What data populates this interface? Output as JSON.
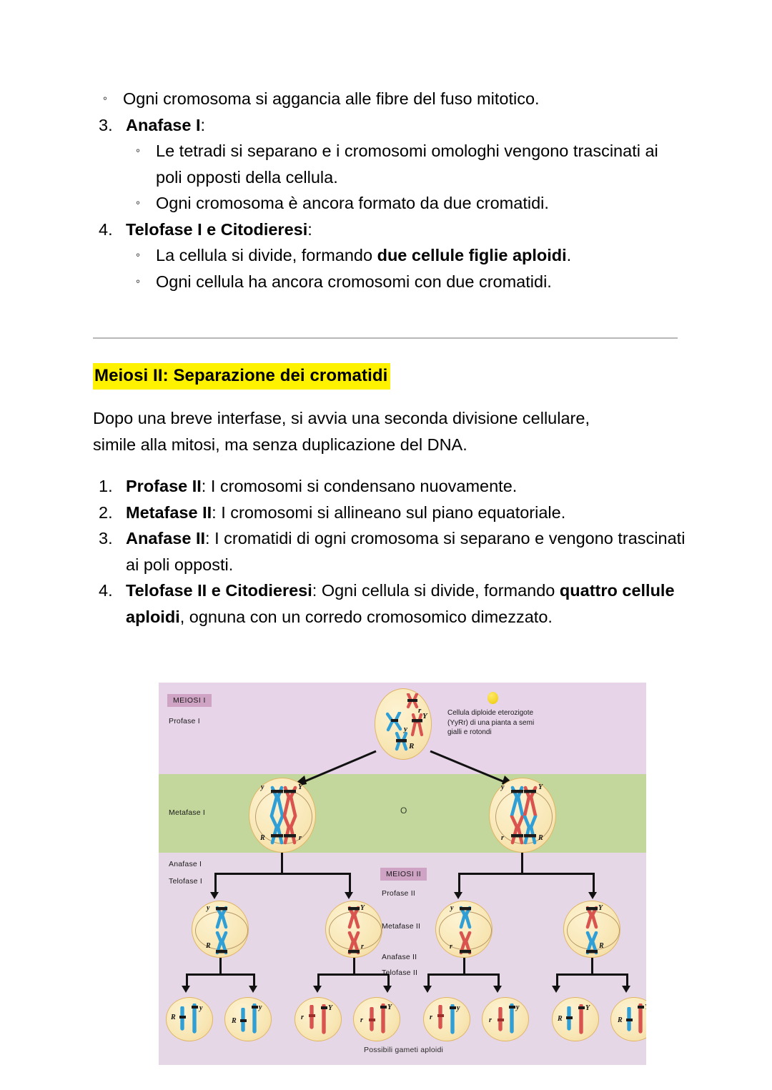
{
  "document": {
    "meiosi_i": {
      "items": [
        {
          "kind": "sub-only",
          "subs": [
            "Ogni cromosoma si aggancia alle fibre del fuso mitotico."
          ]
        },
        {
          "number": "3.",
          "title": "Anafase I",
          "title_suffix": ":",
          "subs": [
            "Le tetradi si separano e i cromosomi omologhi vengono trascinati ai poli opposti della cellula.",
            "Ogni cromosoma è ancora formato da due cromatidi."
          ]
        },
        {
          "number": "4.",
          "title": "Telofase I e Citodieresi",
          "title_suffix": ":",
          "subs_rich": [
            {
              "pre": "La cellula si divide, formando ",
              "bold": "due cellule figlie aploidi",
              "post": "."
            },
            {
              "pre": "Ogni cellula ha ancora cromosomi con due cromatidi.",
              "bold": "",
              "post": ""
            }
          ]
        }
      ]
    },
    "heading_meiosi_ii": "Meiosi II: Separazione dei cromatidi",
    "intro_paragraph": "Dopo una breve interfase, si avvia una seconda divisione cellulare, simile alla mitosi, ma senza duplicazione del DNA.",
    "meiosi_ii_steps": [
      {
        "number": "1.",
        "bold": "Profase II",
        "rest": ": I cromosomi si condensano nuovamente."
      },
      {
        "number": "2.",
        "bold": "Metafase II",
        "rest": ": I cromosomi si allineano sul piano equatoriale."
      },
      {
        "number": "3.",
        "bold": "Anafase II",
        "rest": ": I cromatidi di ogni cromosoma si separano e vengono trascinati ai poli opposti."
      },
      {
        "number": "4.",
        "bold": "Telofase II e Citodieresi",
        "rest_pre": ": Ogni cellula si divide, formando ",
        "bold2": "quattro cellule aploidi",
        "rest_post": ", ognuna con un corredo cromosomico dimezzato."
      }
    ]
  },
  "figure": {
    "meiosi_i_tag": "MEIOSI I",
    "meiosi_ii_tag": "MEIOSI II",
    "labels": {
      "profase_i": "Profase I",
      "metafase_i": "Metafase I",
      "anafase_i": "Anafase I",
      "telofase_i": "Telofase I",
      "profase_ii": "Profase II",
      "metafase_ii": "Metafase II",
      "anafase_ii": "Anafase II",
      "telofase_ii": "Telofase II"
    },
    "caption_top": "Cellula diploide eterozigote\n(YyRr) di una pianta a semi\ngialli e rotondi",
    "caption_bottom": "Possibili gameti aploidi",
    "or_mark": "O",
    "colors": {
      "band_pink": "#e7d4e8",
      "band_green": "#c3d69b",
      "tag_bg": "#cfa3c4",
      "chromosome_blue": "#2f9fd6",
      "chromosome_red": "#d9534f",
      "cell_fill": "#fbeec6",
      "cell_border": "#e0b566",
      "highlight_yellow": "#fff200"
    },
    "cells": {
      "parent": {
        "alleles": [
          "r",
          "y",
          "Y",
          "R"
        ],
        "colors": [
          "red",
          "blue",
          "red",
          "blue"
        ]
      },
      "metafase_left": {
        "top": [
          "y",
          "Y"
        ],
        "bottom": [
          "R",
          "r"
        ],
        "top_colors": [
          "blue",
          "red"
        ],
        "bottom_colors": [
          "blue",
          "red"
        ]
      },
      "metafase_right": {
        "top": [
          "y",
          "Y"
        ],
        "bottom": [
          "r",
          "R"
        ],
        "top_colors": [
          "blue",
          "red"
        ],
        "bottom_colors": [
          "red",
          "blue"
        ]
      },
      "profase_ii": [
        {
          "top": "y",
          "top_color": "blue",
          "bottom": "R",
          "bottom_color": "blue"
        },
        {
          "top": "Y",
          "top_color": "red",
          "bottom": "r",
          "bottom_color": "red"
        },
        {
          "top": "y",
          "top_color": "blue",
          "bottom": "r",
          "bottom_color": "red"
        },
        {
          "top": "Y",
          "top_color": "red",
          "bottom": "R",
          "bottom_color": "blue"
        }
      ],
      "gametes": [
        {
          "left": "R",
          "left_color": "blue",
          "right": "y",
          "right_color": "blue"
        },
        {
          "left": "R",
          "left_color": "blue",
          "right": "y",
          "right_color": "blue"
        },
        {
          "left": "r",
          "left_color": "red",
          "right": "Y",
          "right_color": "red"
        },
        {
          "left": "r",
          "left_color": "red",
          "right": "Y",
          "right_color": "red"
        },
        {
          "left": "r",
          "left_color": "red",
          "right": "y",
          "right_color": "blue"
        },
        {
          "left": "r",
          "left_color": "red",
          "right": "y",
          "right_color": "blue"
        },
        {
          "left": "R",
          "left_color": "blue",
          "right": "Y",
          "right_color": "red"
        },
        {
          "left": "R",
          "left_color": "blue",
          "right": "Y",
          "right_color": "red"
        }
      ]
    }
  }
}
